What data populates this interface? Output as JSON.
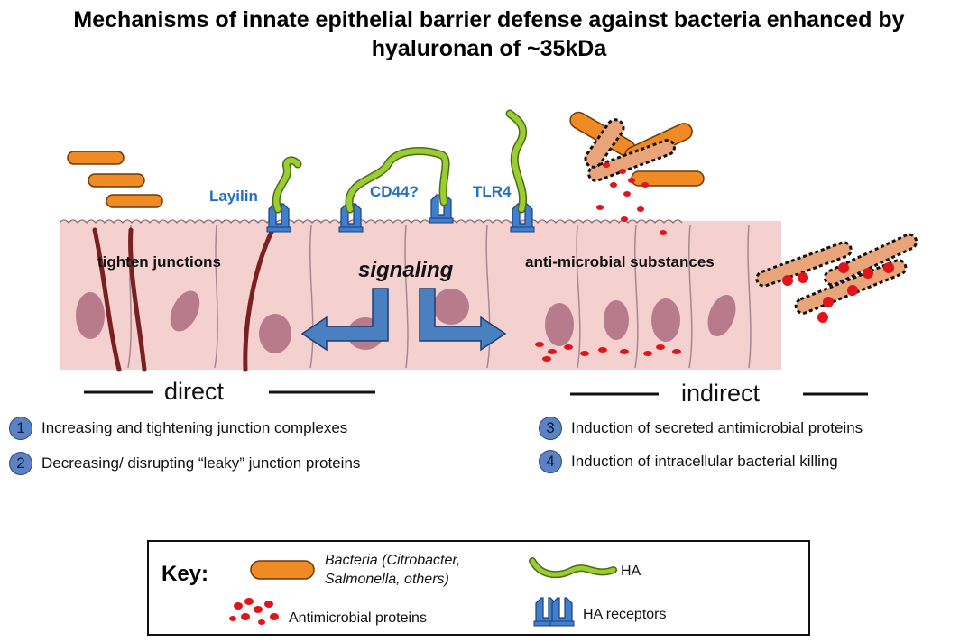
{
  "title": {
    "line1": "Mechanisms of innate epithelial barrier defense against bacteria enhanced by",
    "line2": "hyaluronan of ~35kDa"
  },
  "receptors": {
    "layilin": "Layilin",
    "cd44": "CD44?",
    "tlr4": "TLR4"
  },
  "cell_labels": {
    "tight_junctions": "tighten junctions",
    "signaling": "signaling",
    "antimicrobial": "anti-microbial substances"
  },
  "sections": {
    "direct": "direct",
    "indirect": "indirect"
  },
  "mechanisms": [
    {
      "number": "1",
      "text": "Increasing and tightening junction complexes"
    },
    {
      "number": "2",
      "text": "Decreasing/ disrupting  “leaky” junction proteins"
    },
    {
      "number": "3",
      "text": "Induction of secreted antimicrobial  proteins"
    },
    {
      "number": "4",
      "text": "Induction of intracellular  bacterial killing"
    }
  ],
  "key": {
    "title": "Key:",
    "bacteria_line1": "Bacteria (Citrobacter,",
    "bacteria_line2": "Salmonella, others)",
    "ha": "HA",
    "antimicrobial": "Antimicrobial proteins",
    "ha_receptors": "HA receptors"
  },
  "colors": {
    "bacteria": "#f08a24",
    "ha": "#9acd32",
    "receptor": "#3f7fd0",
    "cell": "#f4d0cf",
    "nucleus": "#b87b8b",
    "junction": "#7b2020",
    "antimicrobial": "#e0141b",
    "arrow": "#4a7fc0"
  }
}
